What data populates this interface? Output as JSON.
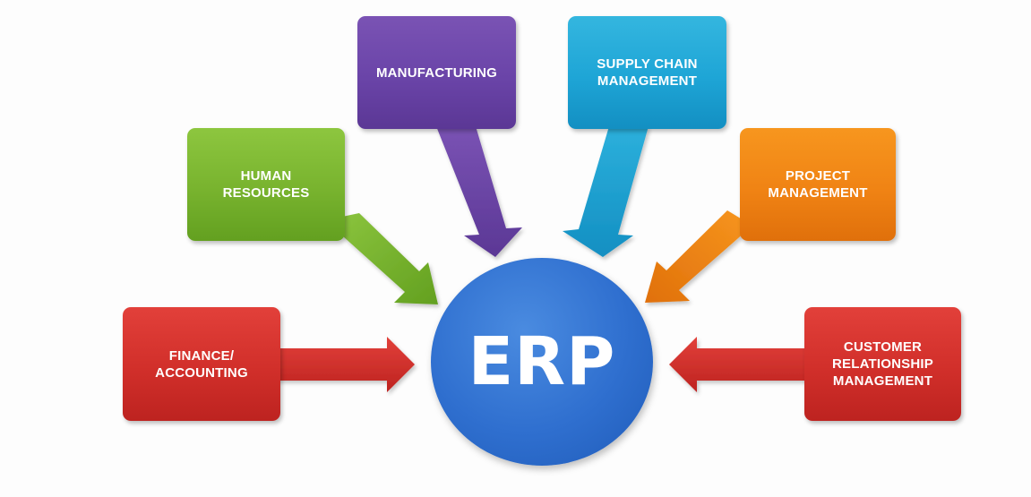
{
  "hub": {
    "label": "ERP",
    "color": "#2f6fcf"
  },
  "modules": {
    "manufacturing": {
      "label": "MANUFACTURING",
      "color": "#6a44a8"
    },
    "scm": {
      "label": "SUPPLY CHAIN\nMANAGEMENT",
      "color": "#1ea5d6"
    },
    "hr": {
      "label": "HUMAN\nRESOURCES",
      "color": "#78b32e"
    },
    "pm": {
      "label": "PROJECT\nMANAGEMENT",
      "color": "#f08314"
    },
    "finance": {
      "label": "FINANCE/\nACCOUNTING",
      "color": "#d12f2a"
    },
    "crm": {
      "label": "CUSTOMER\nRELATIONSHIP\nMANAGEMENT",
      "color": "#d12f2a"
    }
  }
}
